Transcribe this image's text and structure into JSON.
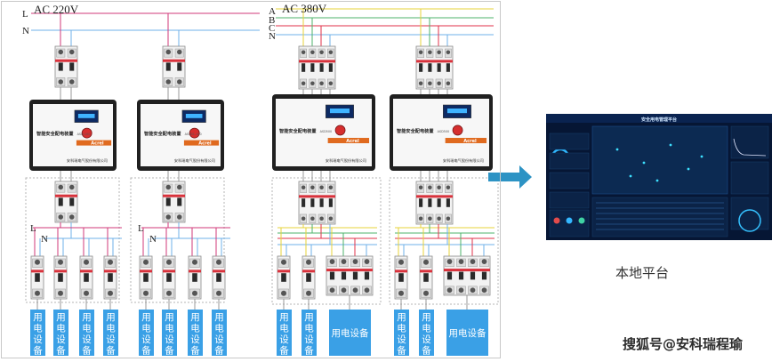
{
  "left_system": {
    "voltage_label": "AC 220V",
    "lines": [
      "L",
      "N"
    ],
    "cabinets": [
      {
        "brand": "智能安全配电装置",
        "model": "ASD-100",
        "maker": "安科瑞电气股份有限公司",
        "badge": "Acrel"
      },
      {
        "brand": "智能安全配电装置",
        "model": "ASCB1-100",
        "maker": "安科瑞电气股份有限公司",
        "badge": "Acrel"
      }
    ],
    "branch_lines": [
      "L",
      "N"
    ],
    "load_label": "用电设备"
  },
  "right_system": {
    "voltage_label": "AC 380V",
    "lines": [
      "A",
      "B",
      "C",
      "N"
    ],
    "cabinets": [
      {
        "brand": "智能安全配电装置",
        "model": "ASD500",
        "maker": "安科瑞电气股份有限公司",
        "badge": "Acrel"
      },
      {
        "brand": "智能安全配电装置",
        "model": "ASD500",
        "maker": "安科瑞电气股份有限公司",
        "badge": "Acrel"
      }
    ],
    "load_label": "用电设备"
  },
  "platform": {
    "title": "安全用电管理平台",
    "caption": "本地平台"
  },
  "watermark": "搜狐号@安科瑞程瑜",
  "colors": {
    "line_L": "#d03a7a",
    "line_N": "#6fb0e8",
    "line_A": "#e7d33a",
    "line_B": "#4db36b",
    "line_C": "#e2324a",
    "device_blue": "#3aa0e6",
    "arrow": "#2d93c4"
  }
}
